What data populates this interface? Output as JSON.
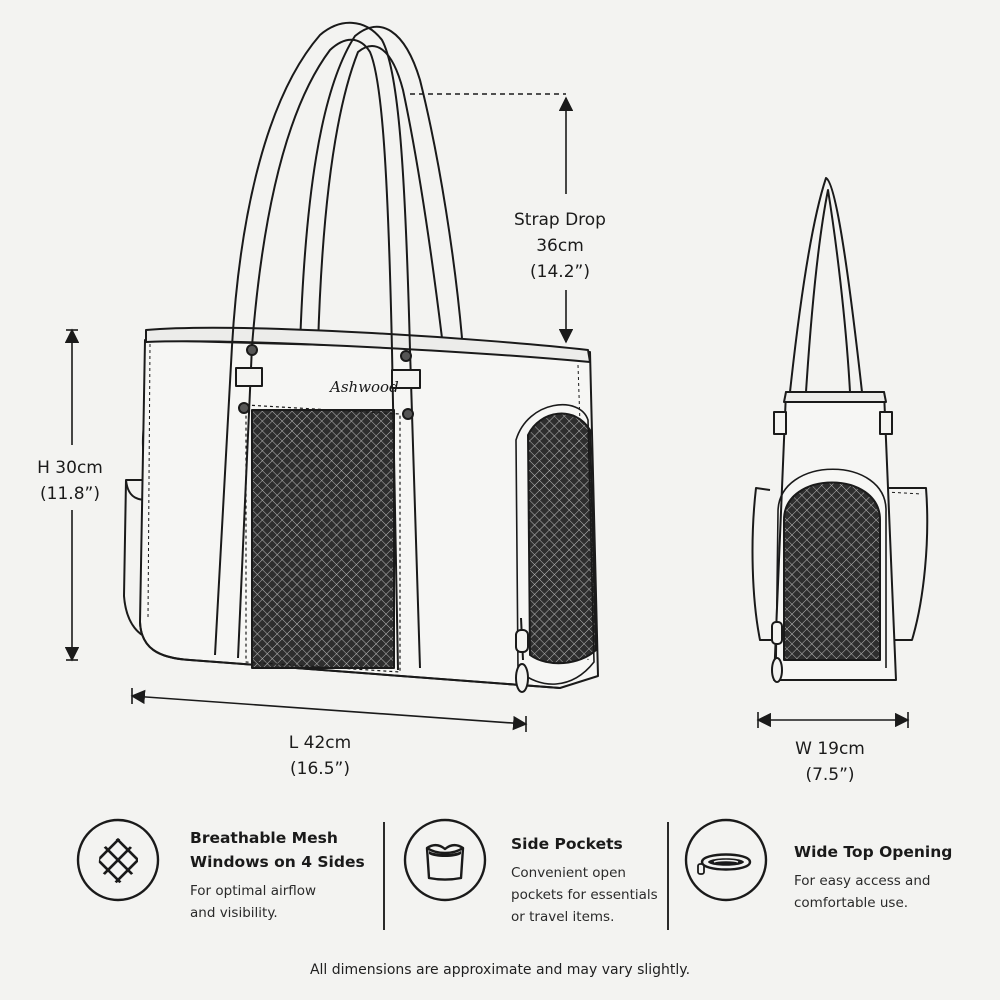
{
  "brand": {
    "logo_text": "Ashwood"
  },
  "dimensions": {
    "strap_drop": {
      "label": "Strap Drop",
      "metric": "36cm",
      "imperial": "(14.2”)"
    },
    "height": {
      "metric": "H 30cm",
      "imperial": "(11.8”)"
    },
    "length": {
      "metric": "L 42cm",
      "imperial": "(16.5”)"
    },
    "width": {
      "metric": "W 19cm",
      "imperial": "(7.5”)"
    }
  },
  "features": [
    {
      "icon": "mesh-grid-icon",
      "title_lines": [
        "Breathable Mesh",
        "Windows on 4 Sides"
      ],
      "desc_lines": [
        "For optimal airflow",
        "and visibility."
      ]
    },
    {
      "icon": "side-pocket-icon",
      "title_lines": [
        "Side Pockets"
      ],
      "desc_lines": [
        "Convenient open",
        "pockets for essentials",
        "or travel items."
      ]
    },
    {
      "icon": "top-opening-icon",
      "title_lines": [
        "Wide Top Opening"
      ],
      "desc_lines": [
        "For easy access and",
        "comfortable use."
      ]
    }
  ],
  "disclaimer": "All dimensions are approximate and may vary slightly.",
  "colors": {
    "ink": "#1a1a1a",
    "background": "#f3f3f1",
    "mesh": "#3a3a3a"
  }
}
